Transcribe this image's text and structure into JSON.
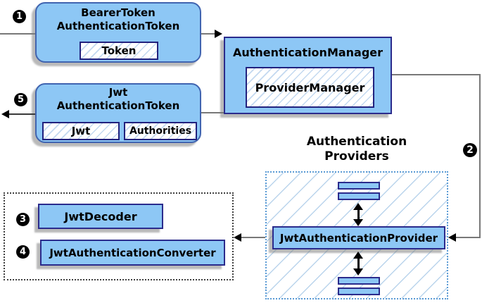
{
  "nodes": {
    "bearer": {
      "badge": "1",
      "line1": "BearerToken",
      "line2": "AuthenticationToken",
      "chip": "Token"
    },
    "auth_manager": {
      "title": "AuthenticationManager",
      "chip": "ProviderManager"
    },
    "jwt_token": {
      "badge": "5",
      "line1": "Jwt",
      "line2": "AuthenticationToken",
      "chip_jwt": "Jwt",
      "chip_authorities": "Authorities"
    },
    "providers": {
      "badge": "2",
      "label1": "Authentication",
      "label2": "Providers",
      "provider": "JwtAuthenticationProvider"
    },
    "converters": {
      "badge_decoder": "3",
      "badge_converter": "4",
      "decoder": "JwtDecoder",
      "converter": "JwtAuthenticationConverter"
    }
  },
  "colors": {
    "node_fill": "#8dc7f5",
    "node_border": "#2b2b8c",
    "rounded_border": "#4064b0",
    "hatch_line": "#c3d9f0",
    "group_hatch_line": "#bad4ec",
    "group_border": "#5b9bd5",
    "connector_line": "#787878",
    "arrowhead": "#000000",
    "shadow": "#808080",
    "badge_bg": "#000000",
    "badge_text": "#ffffff"
  }
}
